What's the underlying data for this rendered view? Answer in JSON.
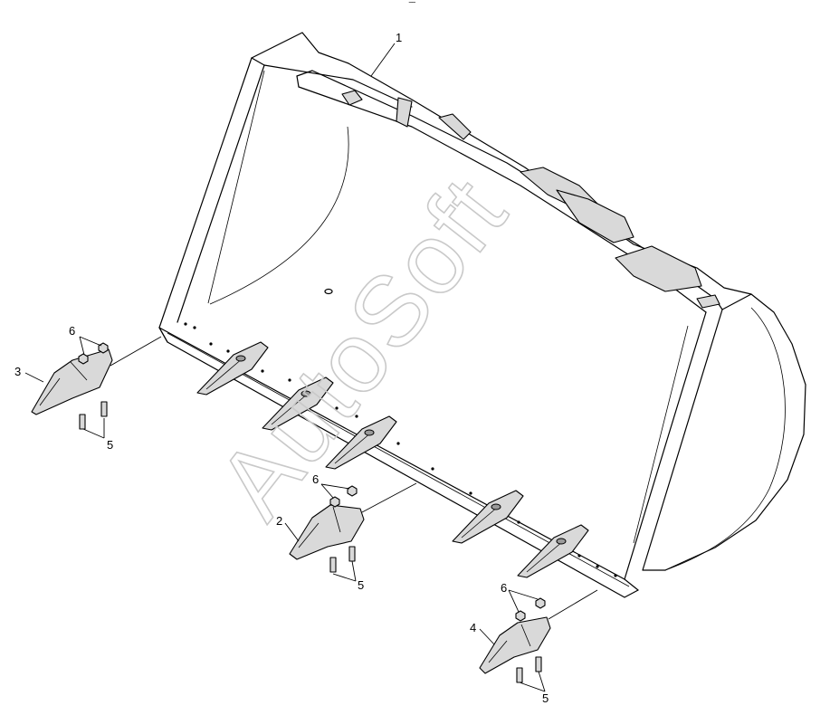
{
  "top_mark": "‾‾",
  "watermark": "AutoSoft",
  "callouts": {
    "c1": "1",
    "c2": "2",
    "c3": "3",
    "c4": "4",
    "c5a": "5",
    "c5b": "5",
    "c5c": "5",
    "c6a": "6",
    "c6b": "6",
    "c6c": "6"
  }
}
